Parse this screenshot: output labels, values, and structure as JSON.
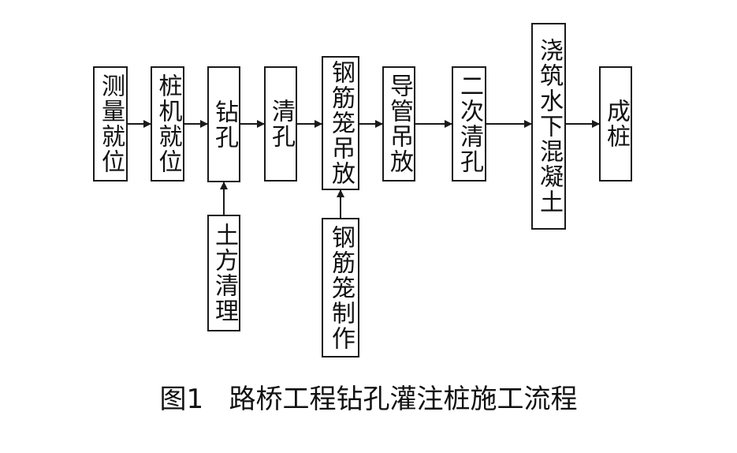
{
  "steps": {
    "survey": "测量就位",
    "rig": "桩机就位",
    "drill": "钻孔",
    "clean": "清孔",
    "cage_hoist": "钢筋笼吊放",
    "tremie_hoist": "导管吊放",
    "second_clean": "二次清孔",
    "pour": "浇筑水下混凝土",
    "finish": "成桩",
    "earth_clear": "土方清理",
    "cage_make": "钢筋笼制作"
  },
  "caption": "图1   路桥工程钻孔灌注桩施工流程"
}
